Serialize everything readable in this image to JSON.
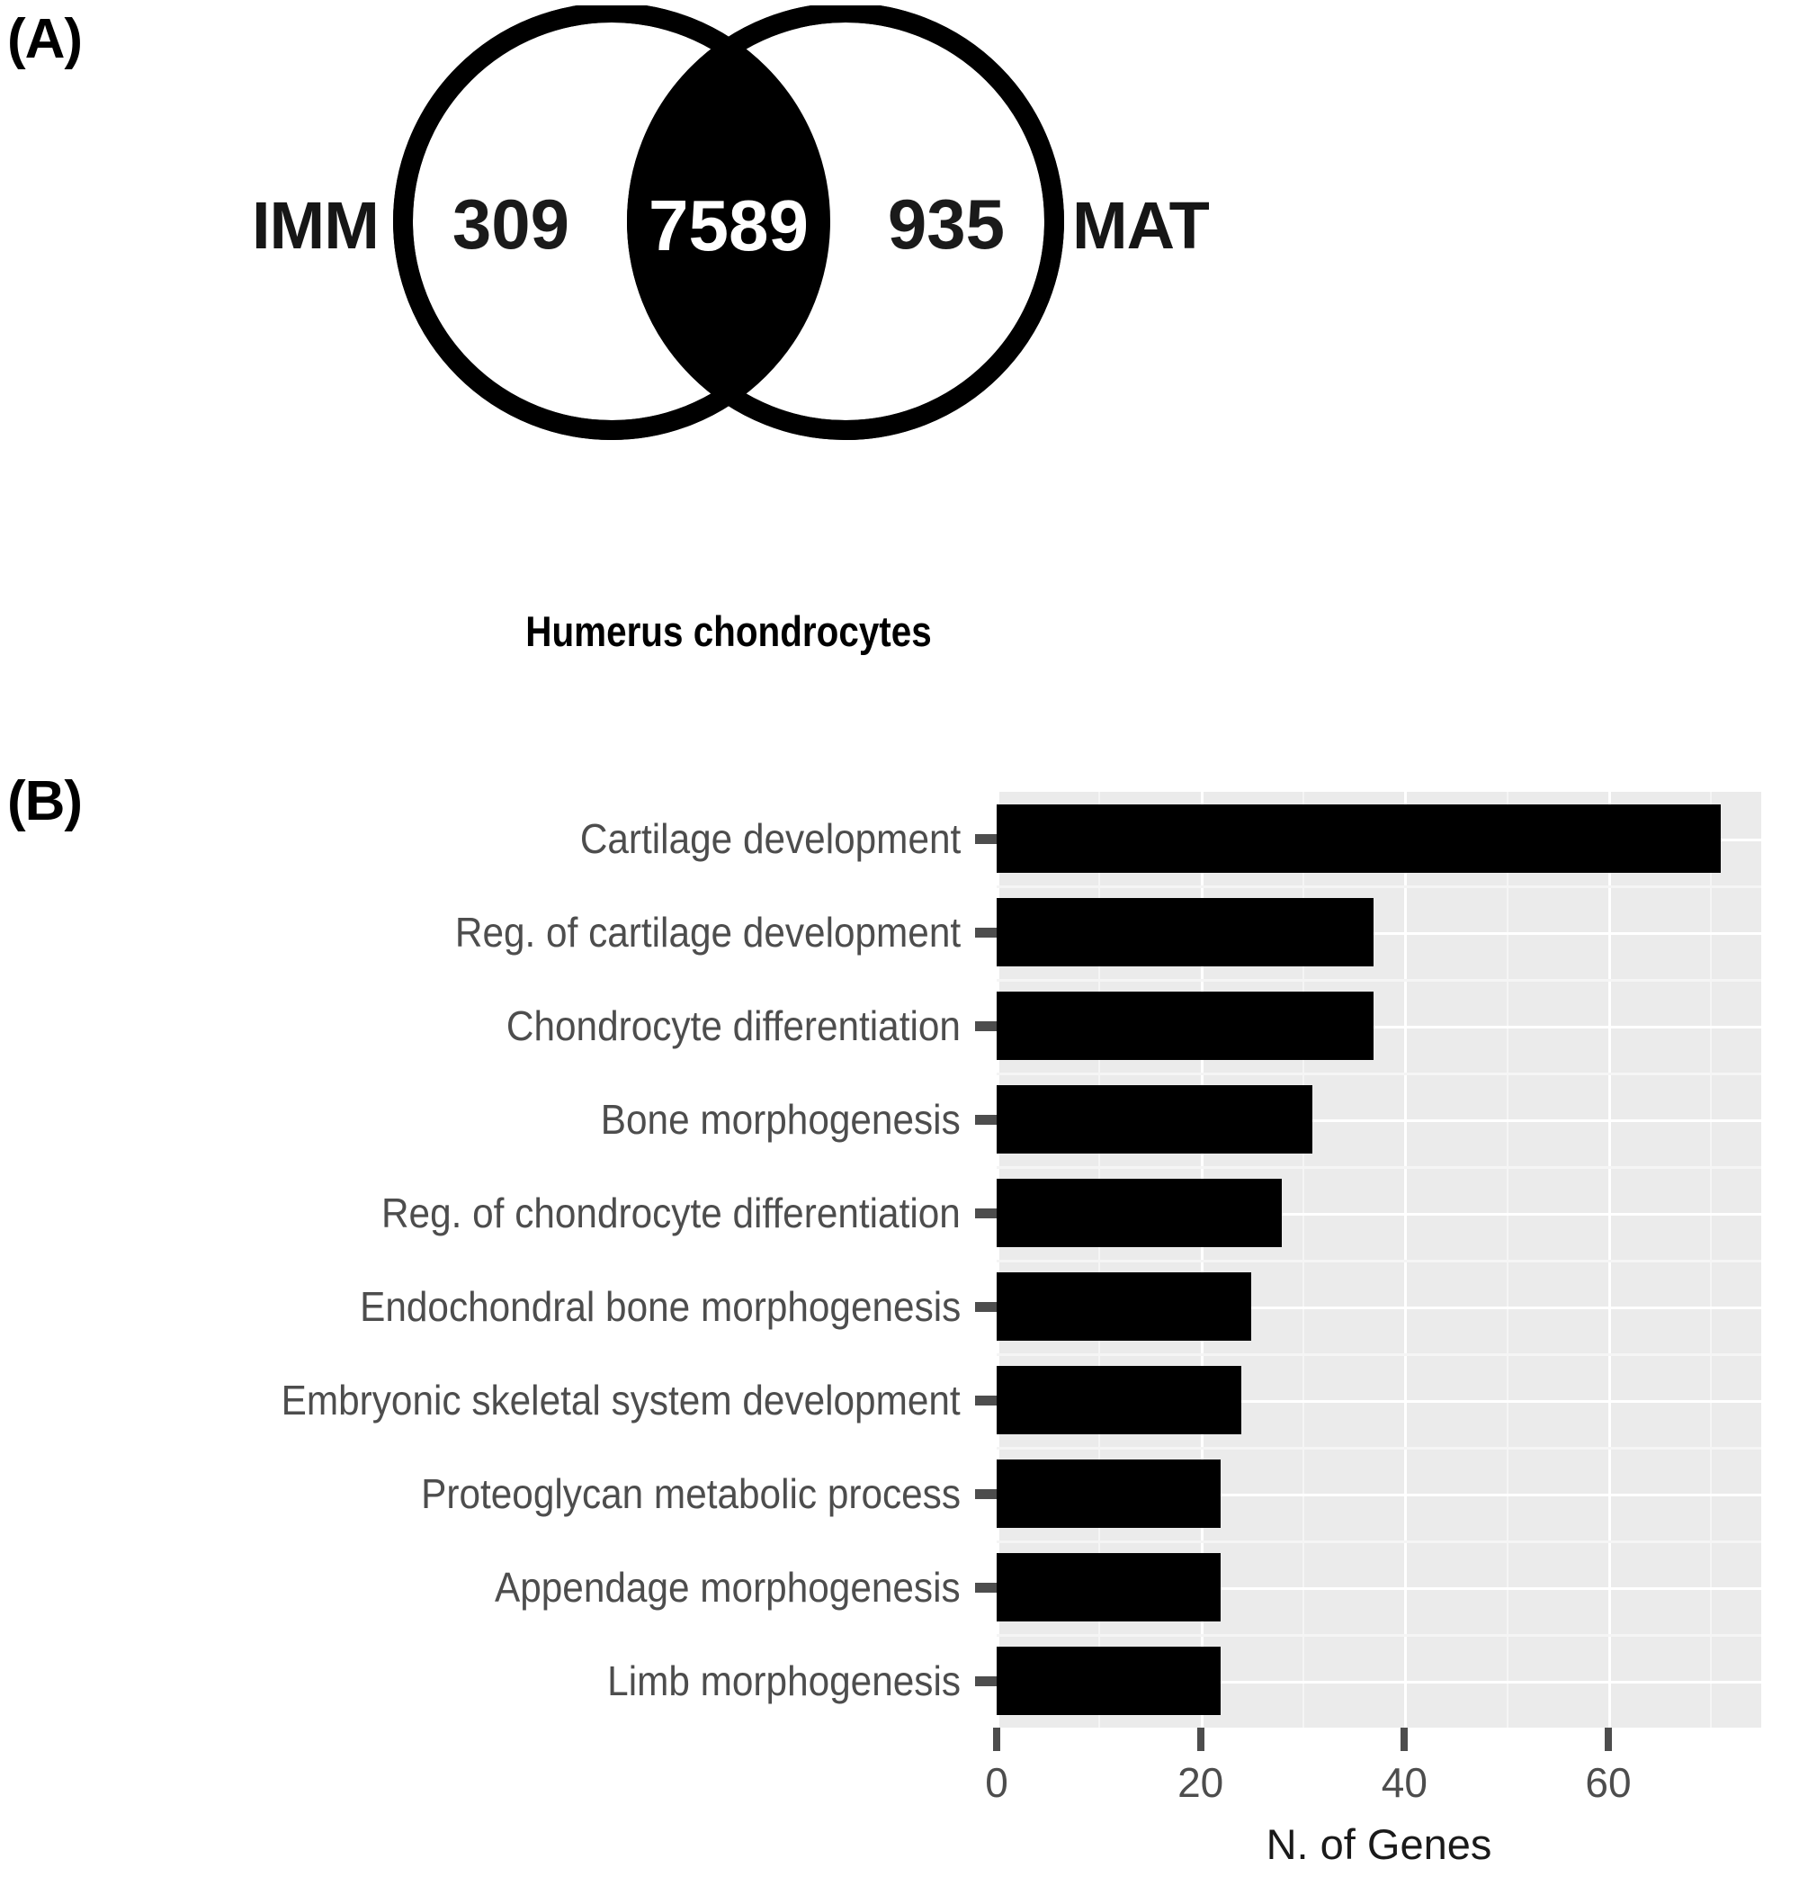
{
  "figure": {
    "panel_a": {
      "label": "(A)",
      "caption": "Humerus chondrocytes",
      "venn": {
        "left_set_label": "IMM",
        "right_set_label": "MAT",
        "left_only": "309",
        "intersection": "7589",
        "right_only": "935",
        "stroke_color": "#000000",
        "intersection_fill": "#000000",
        "circle_fill": "#ffffff",
        "intersection_text_color": "#ffffff",
        "outside_text_color": "#1a1a1a"
      }
    },
    "panel_b": {
      "label": "(B)",
      "chart_data": {
        "type": "bar",
        "orientation": "horizontal",
        "title": "",
        "xlabel": "N. of Genes",
        "ylabel": "",
        "xlim": [
          0,
          75
        ],
        "xticks": [
          0,
          20,
          40,
          60
        ],
        "xtick_labels": [
          "0",
          "20",
          "40",
          "60"
        ],
        "minor_gridlines": [
          10,
          30,
          50,
          70
        ],
        "grid": true,
        "legend": "none",
        "panel_background": "#ebebeb",
        "gridline_color": "#ffffff",
        "bar_color": "#000000",
        "axis_text_color": "#4d4d4d",
        "categories": [
          "Cartilage development",
          "Reg. of cartilage development",
          "Chondrocyte differentiation",
          "Bone morphogenesis",
          "Reg. of chondrocyte differentiation",
          "Endochondral bone morphogenesis",
          "Embryonic skeletal system development",
          "Proteoglycan metabolic process",
          "Appendage morphogenesis",
          "Limb morphogenesis"
        ],
        "values": [
          71,
          37,
          37,
          31,
          28,
          25,
          24,
          22,
          22,
          22
        ]
      }
    }
  }
}
